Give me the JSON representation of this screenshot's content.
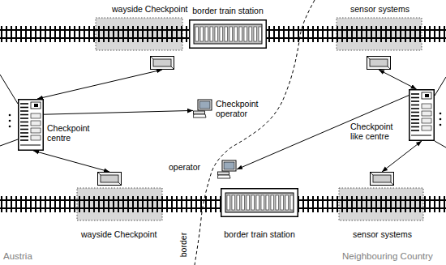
{
  "diagram": {
    "nodes": [
      {
        "text": [
          "wayside Checkpoint"
        ]
      },
      {
        "text": [
          "border train station"
        ]
      },
      {
        "text": [
          "Checkpoint operator"
        ]
      },
      {
        "text": [
          "Checkpoint centre"
        ]
      },
      {
        "text": [
          "sensor systems"
        ]
      },
      {
        "text": [
          "Checkpoint like centre"
        ]
      },
      {
        "text": [
          "operator"
        ]
      },
      {
        "text": [
          "wayside Checkpoint"
        ]
      },
      {
        "text": [
          "border train station"
        ]
      },
      {
        "text": [
          "sensor systems"
        ]
      }
    ],
    "edges": [
      {
        "from": 3,
        "to": 0,
        "arrow": "both"
      },
      {
        "from": 3,
        "to": 2,
        "arrow": "to"
      },
      {
        "from": 3,
        "to": 7,
        "arrow": "both"
      },
      {
        "from": 5,
        "to": 4,
        "arrow": "both"
      },
      {
        "from": 5,
        "to": 6,
        "arrow": "to"
      },
      {
        "from": 5,
        "to": 9,
        "arrow": "both"
      }
    ],
    "labels": [
      "border",
      "Austria",
      "Neighbouring Country"
    ]
  }
}
